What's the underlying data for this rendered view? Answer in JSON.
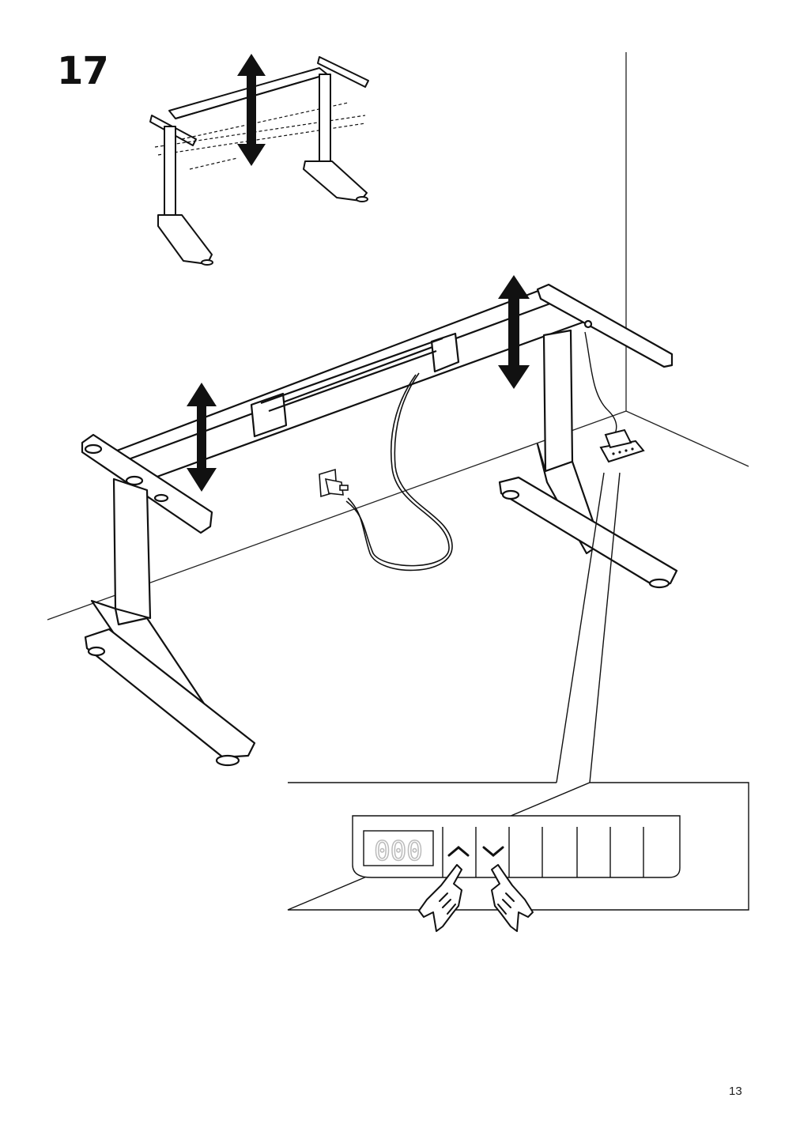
{
  "step": {
    "number": "17"
  },
  "control_panel": {
    "display_value": "000"
  },
  "page": {
    "number": "13"
  },
  "icons": [
    "up-down-arrow-icon",
    "up-chevron-icon",
    "down-chevron-icon",
    "pressing-hand-icon"
  ],
  "colors": {
    "line": "#111111",
    "background": "#ffffff",
    "display_grey": "#bbbbbb"
  }
}
